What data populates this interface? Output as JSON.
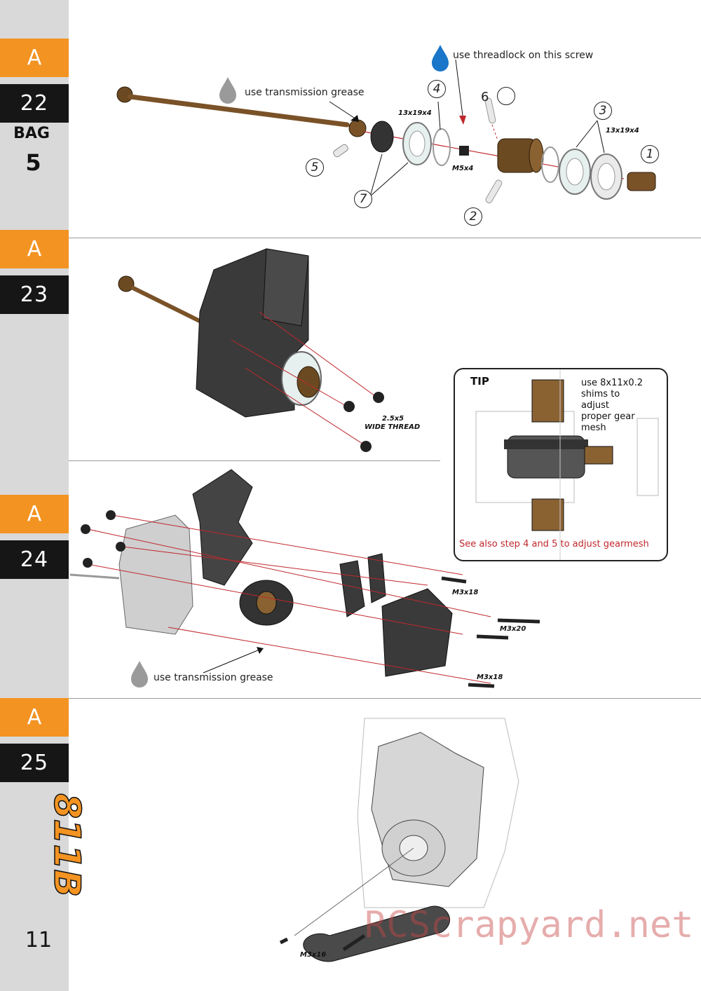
{
  "sidebar": {
    "steps": [
      {
        "letter": "A",
        "number": "22"
      },
      {
        "letter": "A",
        "number": "23"
      },
      {
        "letter": "A",
        "number": "24"
      },
      {
        "letter": "A",
        "number": "25"
      }
    ],
    "bag_label": "BAG",
    "bag_number": "5",
    "logo": "811B",
    "page_number": "11"
  },
  "step22": {
    "threadlock_note": "use threadlock on this screw",
    "grease_note": "use transmission grease",
    "labels": {
      "bearing_left": "13x19x4",
      "bearing_right": "13x19x4",
      "screw": "M5x4"
    },
    "callouts": [
      "1",
      "2",
      "3",
      "4",
      "5",
      "6",
      "7"
    ]
  },
  "step23": {
    "screw_label_1": "2.5x5",
    "screw_label_2": "WIDE THREAD"
  },
  "tip": {
    "title": "TIP",
    "lines": [
      "use 8x11x0.2",
      "shims to",
      "adjust",
      "proper gear",
      "mesh"
    ],
    "footer": "See also step 4 and 5 to adjust gearmesh"
  },
  "step24": {
    "grease_note": "use transmission grease",
    "labels": {
      "screw_a": "M3x18",
      "screw_b": "M3x20",
      "screw_c": "M3x18"
    }
  },
  "step25": {
    "labels": {
      "screw": "M3x16"
    }
  },
  "watermark": "RCScrapyard.net",
  "colors": {
    "accent": "#f39322",
    "dark": "#161616",
    "tip_red": "#c0282d"
  }
}
